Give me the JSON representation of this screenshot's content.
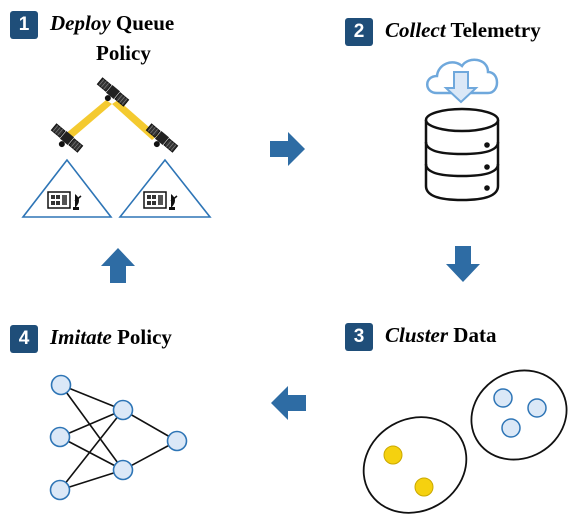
{
  "steps": [
    {
      "number": "1",
      "emph": "Deploy",
      "rest": "Queue",
      "line2": "Policy"
    },
    {
      "number": "2",
      "emph": "Collect",
      "rest": "Telemetry",
      "line2": ""
    },
    {
      "number": "3",
      "emph": "Cluster",
      "rest": "Data",
      "line2": ""
    },
    {
      "number": "4",
      "emph": "Imitate",
      "rest": "Policy",
      "line2": ""
    }
  ],
  "colors": {
    "badge": "#1f4e79",
    "arrow": "#2e6ca4",
    "triangle": "#2e75b6",
    "node_fill": "#dbe8f7",
    "node_stroke": "#2e75b6",
    "yellow": "#f5d10f",
    "beam": "#f2c10c"
  },
  "icons": [
    "satellite-icon",
    "ground-station-icon",
    "cloud-download-icon",
    "database-icon",
    "neural-network-icon",
    "cluster-ellipse-icon"
  ]
}
